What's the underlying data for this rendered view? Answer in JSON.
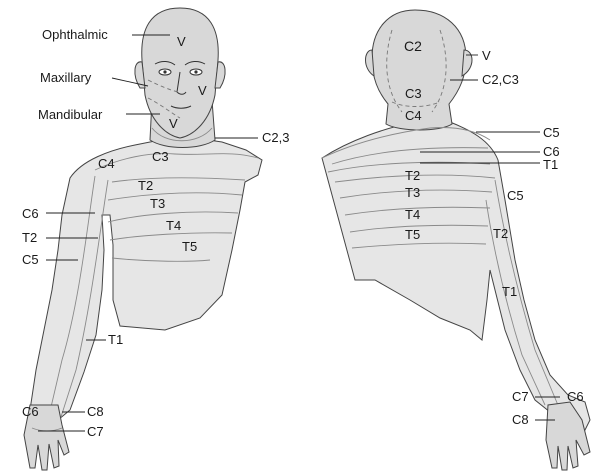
{
  "front": {
    "labels": {
      "ophthalmic": "Ophthalmic",
      "maxillary": "Maxillary",
      "mandibular": "Mandibular",
      "v_forehead": "V",
      "v_cheek": "V",
      "v_chin": "V",
      "c23": "C2,3",
      "c3": "C3",
      "c4": "C4",
      "t2": "T2",
      "t3": "T3",
      "t4": "T4",
      "t5": "T5",
      "c6_arm": "C6",
      "t2_arm": "T2",
      "c5_arm": "C5",
      "t1_arm": "T1",
      "c6_hand": "C6",
      "c8_hand": "C8",
      "c7_hand": "C7"
    }
  },
  "back": {
    "labels": {
      "c2": "C2",
      "v": "V",
      "c2c3": "C2,C3",
      "c3": "C3",
      "c4": "C4",
      "c5": "C5",
      "c6": "C6",
      "t1": "T1",
      "t2": "T2",
      "t3": "T3",
      "t4": "T4",
      "t5": "T5",
      "c5_arm": "C5",
      "t2_arm": "T2",
      "t1_arm": "T1",
      "c7_hand": "C7",
      "c6_hand": "C6",
      "c8_hand": "C8"
    }
  }
}
